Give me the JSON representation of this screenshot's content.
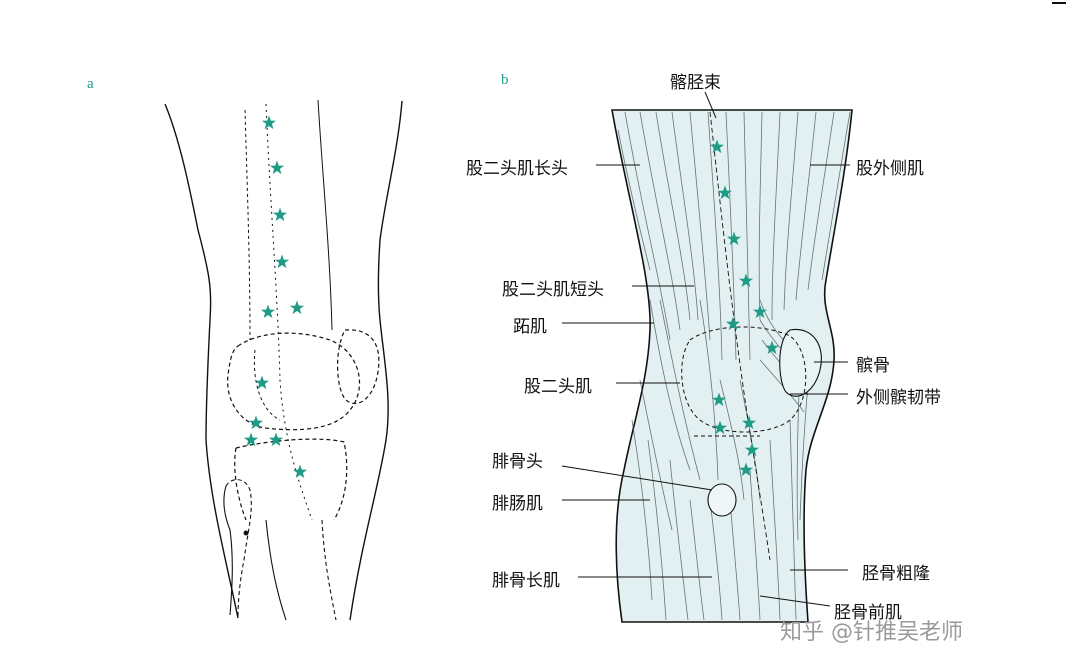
{
  "panels": {
    "a": "a",
    "b": "b"
  },
  "labels": {
    "iliotibial_band": "髂胫束",
    "biceps_long_head": "股二头肌长头",
    "vastus_lateralis": "股外侧肌",
    "biceps_short_head": "股二头肌短头",
    "plantaris": "跖肌",
    "patella": "髌骨",
    "biceps_femoris": "股二头肌",
    "lateral_retinaculum": "外侧髌韧带",
    "fibular_head": "腓骨头",
    "gastrocnemius": "腓肠肌",
    "tibial_tuberosity": "胫骨粗隆",
    "fibularis_longus": "腓骨长肌",
    "tibialis_anterior": "胫骨前肌"
  },
  "watermark": "知乎 @针推吴老师",
  "colors": {
    "marker": "#1f9b86",
    "muscle_fill": "#e3f0f2",
    "line": "#111111"
  },
  "marker_icon": "star-icon"
}
